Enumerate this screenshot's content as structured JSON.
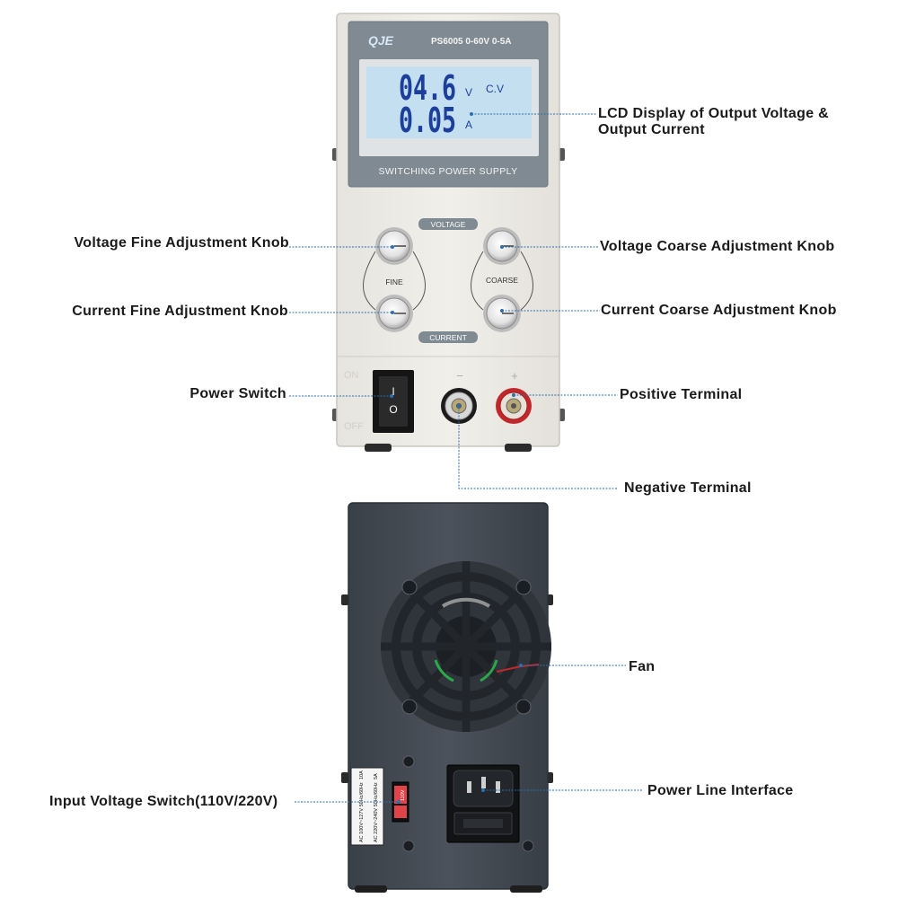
{
  "device": {
    "brand": "QJE",
    "model": "PS6005 0-60V 0-5A",
    "lcd_voltage": "04.6",
    "lcd_voltage_unit": "V",
    "lcd_mode": "C.V",
    "lcd_current": "0.05",
    "lcd_current_unit": "A",
    "panel_caption": "SWITCHING POWER SUPPLY",
    "voltage_tag": "VOLTAGE",
    "current_tag": "CURRENT",
    "fine_tag": "FINE",
    "coarse_tag": "COARSE",
    "switch_on": "I",
    "switch_off": "O",
    "on_text": "ON",
    "off_text": "OFF",
    "minus_sign": "−",
    "plus_sign": "+",
    "selector_value": "110V",
    "rating_text_1": "AC 100V~127V 50Hz/60Hz",
    "rating_fuse_1": "10A",
    "rating_text_2": "AC 220V~240V 50Hz/60Hz",
    "rating_fuse_2": "5A"
  },
  "callouts": {
    "lcd_line1": "LCD Display of Output Voltage &",
    "lcd_line2": "Output Current",
    "voltage_fine": "Voltage Fine Adjustment Knob",
    "voltage_coarse": "Voltage Coarse Adjustment Knob",
    "current_fine": "Current Fine Adjustment Knob",
    "current_coarse": "Current Coarse Adjustment Knob",
    "power_switch": "Power Switch",
    "positive_terminal": "Positive Terminal",
    "negative_terminal": "Negative Terminal",
    "fan": "Fan",
    "power_line": "Power Line Interface",
    "input_switch": "Input Voltage Switch(110V/220V)"
  },
  "colors": {
    "leader_line": "#2a6fb0",
    "front_panel": "#eeece6",
    "lcd_backlight": "#c4dff0",
    "lcd_digits": "#1d3f9c",
    "rear_panel": "#454b54",
    "positive_terminal": "#c0282c"
  }
}
